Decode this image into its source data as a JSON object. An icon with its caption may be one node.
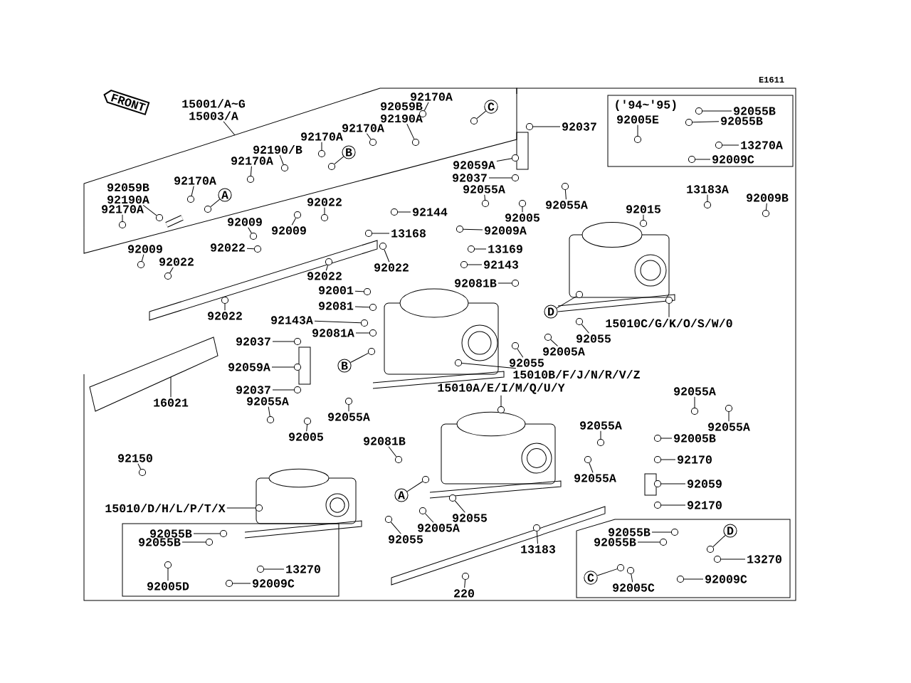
{
  "diagram": {
    "nodes": [
      {
        "text": [],
        "shape": "box"
      },
      {
        "text": [
          "15001/A~G",
          "15003/A"
        ]
      },
      {
        "text": [
          "92170A"
        ],
        "in": 0
      },
      {
        "text": [
          "92059B",
          "92190A"
        ],
        "in": 0
      },
      {
        "text": [
          "92170A"
        ],
        "in": 0
      },
      {
        "text": [
          "92170A"
        ],
        "in": 0
      },
      {
        "text": [
          "92190/B"
        ],
        "in": 0
      },
      {
        "text": [
          "92170A"
        ],
        "in": 0
      },
      {
        "text": [
          "92170A"
        ],
        "in": 0
      },
      {
        "text": [
          "92059B",
          "92190A"
        ],
        "in": 0
      },
      {
        "text": [
          "92170A"
        ],
        "in": 0
      },
      {
        "text": [
          "A"
        ],
        "in": 0
      },
      {
        "text": [
          "B"
        ],
        "in": 0
      },
      {
        "text": [
          "C"
        ],
        "in": 0
      },
      {
        "text": [
          "92009"
        ]
      },
      {
        "text": [
          "92009"
        ]
      },
      {
        "text": [
          "92022"
        ]
      },
      {
        "text": [
          "92009"
        ]
      },
      {
        "text": [
          "92022"
        ]
      },
      {
        "text": [
          "92022"
        ]
      },
      {
        "text": [
          "92022"
        ]
      },
      {
        "text": [
          "92022"
        ]
      },
      {
        "text": [
          "92001"
        ]
      },
      {
        "text": [
          "92081"
        ]
      },
      {
        "text": [
          "92143A"
        ]
      },
      {
        "text": [
          "92081A"
        ]
      },
      {
        "text": [
          "92144"
        ]
      },
      {
        "text": [
          "13168"
        ]
      },
      {
        "text": [
          "92022"
        ]
      },
      {
        "text": [
          "92037"
        ]
      },
      {
        "text": [
          "92059A"
        ]
      },
      {
        "text": [
          "92037"
        ]
      },
      {
        "text": [
          "92055A"
        ]
      },
      {
        "text": [
          "92005"
        ]
      },
      {
        "text": [
          "92055A"
        ]
      },
      {
        "text": [
          "92009A"
        ]
      },
      {
        "text": [
          "13169"
        ]
      },
      {
        "text": [
          "92143"
        ]
      },
      {
        "text": [
          "92081B"
        ]
      },
      {
        "text": [
          "D"
        ]
      },
      {
        "text": [
          "92055"
        ]
      },
      {
        "text": [
          "92005A"
        ]
      },
      {
        "text": [
          "92055"
        ]
      },
      {
        "text": [
          "15010C/G/K/O/S/W/0"
        ]
      },
      {
        "text": [
          "('94~'95)"
        ]
      },
      {
        "text": [
          "92055B"
        ],
        "in": 44
      },
      {
        "text": [
          "92005E"
        ],
        "in": 44
      },
      {
        "text": [
          "92055B"
        ],
        "in": 44
      },
      {
        "text": [
          "13270A"
        ],
        "in": 44
      },
      {
        "text": [
          "92009C"
        ],
        "in": 44
      },
      {
        "text": [
          "13183A"
        ]
      },
      {
        "text": [
          "92009B"
        ]
      },
      {
        "text": [
          "92015"
        ]
      },
      {
        "text": [
          "92037"
        ]
      },
      {
        "text": [
          "92059A"
        ]
      },
      {
        "text": [
          "B"
        ]
      },
      {
        "text": [
          "92037"
        ]
      },
      {
        "text": [
          "92055A"
        ]
      },
      {
        "text": [
          "92005"
        ]
      },
      {
        "text": [
          "92055A"
        ]
      },
      {
        "text": [],
        "shape": "box"
      },
      {
        "text": [
          "16021"
        ]
      },
      {
        "text": [
          "92150"
        ]
      },
      {
        "text": [
          "15010/D/H/L/P/T/X"
        ]
      },
      {
        "text": [],
        "shape": "box"
      },
      {
        "text": [
          "92055B"
        ],
        "in": 64
      },
      {
        "text": [
          "92055B"
        ],
        "in": 64
      },
      {
        "text": [
          "13270"
        ],
        "in": 64
      },
      {
        "text": [
          "92005D"
        ],
        "in": 64
      },
      {
        "text": [
          "92009C"
        ],
        "in": 64
      },
      {
        "text": [
          "15010B/F/J/N/R/V/Z"
        ]
      },
      {
        "text": [
          "15010A/E/I/M/Q/U/Y"
        ]
      },
      {
        "text": [
          "92081B"
        ]
      },
      {
        "text": [
          "A"
        ]
      },
      {
        "text": [
          "92055"
        ]
      },
      {
        "text": [
          "92005A"
        ]
      },
      {
        "text": [
          "92055"
        ]
      },
      {
        "text": [
          "13183"
        ]
      },
      {
        "text": [
          "220"
        ]
      },
      {
        "text": [
          "92055A"
        ]
      },
      {
        "text": [
          "92055A"
        ]
      },
      {
        "text": [
          "92055A"
        ]
      },
      {
        "text": [
          "92055A"
        ]
      },
      {
        "text": [
          "92005B"
        ]
      },
      {
        "text": [
          "92170"
        ]
      },
      {
        "text": [
          "92059"
        ]
      },
      {
        "text": [
          "92170"
        ]
      },
      {
        "text": [],
        "shape": "box"
      },
      {
        "text": [
          "92055B"
        ],
        "in": 87
      },
      {
        "text": [
          "92055B"
        ],
        "in": 87
      },
      {
        "text": [
          "D"
        ],
        "in": 87
      },
      {
        "text": [
          "13270"
        ],
        "in": 87
      },
      {
        "text": [
          "C"
        ],
        "in": 87
      },
      {
        "text": [
          "92005C"
        ],
        "in": 87
      },
      {
        "text": [
          "92009C"
        ],
        "in": 87
      },
      {
        "text": [],
        "shape": "circle",
        "in": 0
      },
      {
        "text": [],
        "shape": "circle",
        "in": 0
      },
      {
        "text": [],
        "shape": "circle",
        "in": 0
      },
      {
        "text": [],
        "shape": "circle",
        "in": 0
      },
      {
        "text": [],
        "shape": "circle",
        "in": 0
      },
      {
        "text": [],
        "shape": "circle",
        "in": 0
      },
      {
        "text": [],
        "shape": "circle",
        "in": 0
      },
      {
        "text": [],
        "shape": "circle",
        "in": 0
      },
      {
        "text": [],
        "shape": "circle",
        "in": 0
      },
      {
        "text": [],
        "shape": "circle",
        "in": 0
      },
      {
        "text": [],
        "shape": "circle",
        "in": 0
      },
      {
        "text": [],
        "shape": "circle",
        "in": 0
      },
      {
        "text": [],
        "shape": "circle"
      },
      {
        "text": [],
        "shape": "circle"
      },
      {
        "text": [],
        "shape": "circle"
      },
      {
        "text": [],
        "shape": "circle"
      },
      {
        "text": [],
        "shape": "circle"
      },
      {
        "text": [],
        "shape": "circle"
      },
      {
        "text": [],
        "shape": "circle"
      },
      {
        "text": [],
        "shape": "circle"
      },
      {
        "text": [],
        "shape": "circle"
      },
      {
        "text": [],
        "shape": "circle"
      },
      {
        "text": [],
        "shape": "circle"
      },
      {
        "text": [],
        "shape": "circle"
      },
      {
        "text": [],
        "shape": "circle"
      },
      {
        "text": [],
        "shape": "circle"
      },
      {
        "text": [],
        "shape": "circle"
      },
      {
        "text": [],
        "shape": "circle"
      },
      {
        "text": [],
        "shape": "circle"
      },
      {
        "text": [],
        "shape": "circle"
      },
      {
        "text": [],
        "shape": "circle"
      },
      {
        "text": [],
        "shape": "circle"
      },
      {
        "text": [],
        "shape": "circle"
      },
      {
        "text": [],
        "shape": "circle"
      },
      {
        "text": [],
        "shape": "circle"
      },
      {
        "text": [],
        "shape": "circle"
      },
      {
        "text": [],
        "shape": "circle"
      },
      {
        "text": [],
        "shape": "circle"
      },
      {
        "text": [],
        "shape": "circle"
      },
      {
        "text": [],
        "shape": "circle"
      },
      {
        "text": [],
        "shape": "circle"
      },
      {
        "text": [],
        "shape": "circle"
      },
      {
        "text": [],
        "shape": "circle",
        "in": 44
      },
      {
        "text": [],
        "shape": "circle",
        "in": 44
      },
      {
        "text": [],
        "shape": "circle",
        "in": 44
      },
      {
        "text": [],
        "shape": "circle",
        "in": 44
      },
      {
        "text": [],
        "shape": "circle",
        "in": 44
      },
      {
        "text": [],
        "shape": "circle"
      },
      {
        "text": [],
        "shape": "circle"
      },
      {
        "text": [],
        "shape": "circle"
      },
      {
        "text": [],
        "shape": "circle"
      },
      {
        "text": [],
        "shape": "circle"
      },
      {
        "text": [],
        "shape": "circle"
      },
      {
        "text": [],
        "shape": "circle"
      },
      {
        "text": [],
        "shape": "circle"
      },
      {
        "text": [],
        "shape": "circle"
      },
      {
        "text": [],
        "shape": "circle"
      },
      {
        "text": [],
        "shape": "circle"
      },
      {
        "text": [],
        "shape": "circle"
      },
      {
        "text": [],
        "shape": "circle",
        "in": 64
      },
      {
        "text": [],
        "shape": "circle",
        "in": 64
      },
      {
        "text": [],
        "shape": "circle",
        "in": 64
      },
      {
        "text": [],
        "shape": "circle",
        "in": 64
      },
      {
        "text": [],
        "shape": "circle",
        "in": 64
      },
      {
        "text": [],
        "shape": "circle"
      },
      {
        "text": [],
        "shape": "circle"
      },
      {
        "text": [],
        "shape": "circle"
      },
      {
        "text": [],
        "shape": "circle"
      },
      {
        "text": [],
        "shape": "circle"
      },
      {
        "text": [],
        "shape": "circle"
      },
      {
        "text": [],
        "shape": "circle"
      },
      {
        "text": [],
        "shape": "circle"
      },
      {
        "text": [],
        "shape": "circle"
      },
      {
        "text": [],
        "shape": "circle"
      },
      {
        "text": [],
        "shape": "circle"
      },
      {
        "text": [],
        "shape": "circle"
      },
      {
        "text": [],
        "shape": "circle"
      },
      {
        "text": [],
        "shape": "circle"
      },
      {
        "text": [],
        "shape": "circle"
      },
      {
        "text": [],
        "shape": "circle"
      },
      {
        "text": [],
        "shape": "circle"
      },
      {
        "text": [],
        "shape": "circle",
        "in": 87
      },
      {
        "text": [],
        "shape": "circle",
        "in": 87
      },
      {
        "text": [],
        "shape": "circle",
        "in": 87
      },
      {
        "text": [],
        "shape": "circle",
        "in": 87
      },
      {
        "text": [],
        "shape": "circle",
        "in": 87
      },
      {
        "text": [],
        "shape": "circle",
        "in": 87
      },
      {
        "text": [],
        "shape": "circle",
        "in": 87
      }
    ],
    "edges": [
      {
        "from": 1,
        "to": 0,
        "arrow": "none"
      },
      {
        "from": 2,
        "to": 95,
        "arrow": "none"
      },
      {
        "from": 3,
        "to": 96,
        "arrow": "none"
      },
      {
        "from": 4,
        "to": 97,
        "arrow": "none"
      },
      {
        "from": 5,
        "to": 98,
        "arrow": "none"
      },
      {
        "from": 6,
        "to": 99,
        "arrow": "none"
      },
      {
        "from": 7,
        "to": 100,
        "arrow": "none"
      },
      {
        "from": 8,
        "to": 101,
        "arrow": "none"
      },
      {
        "from": 9,
        "to": 102,
        "arrow": "none"
      },
      {
        "from": 10,
        "to": 103,
        "arrow": "none"
      },
      {
        "from": 11,
        "to": 104,
        "arrow": "none"
      },
      {
        "from": 12,
        "to": 105,
        "arrow": "none"
      },
      {
        "from": 13,
        "to": 106,
        "arrow": "none"
      },
      {
        "from": 14,
        "to": 107,
        "arrow": "none"
      },
      {
        "from": 15,
        "to": 108,
        "arrow": "none"
      },
      {
        "from": 16,
        "to": 109,
        "arrow": "none"
      },
      {
        "from": 17,
        "to": 110,
        "arrow": "none"
      },
      {
        "from": 18,
        "to": 111,
        "arrow": "none"
      },
      {
        "from": 19,
        "to": 112,
        "arrow": "none"
      },
      {
        "from": 20,
        "to": 113,
        "arrow": "none"
      },
      {
        "from": 21,
        "to": 114,
        "arrow": "none"
      },
      {
        "from": 22,
        "to": 115,
        "arrow": "none"
      },
      {
        "from": 23,
        "to": 116,
        "arrow": "none"
      },
      {
        "from": 24,
        "to": 117,
        "arrow": "none"
      },
      {
        "from": 25,
        "to": 118,
        "arrow": "none"
      },
      {
        "from": 26,
        "to": 119,
        "arrow": "none"
      },
      {
        "from": 27,
        "to": 120,
        "arrow": "none"
      },
      {
        "from": 28,
        "to": 121,
        "arrow": "none"
      },
      {
        "from": 29,
        "to": 122,
        "arrow": "none"
      },
      {
        "from": 30,
        "to": 123,
        "arrow": "none"
      },
      {
        "from": 31,
        "to": 124,
        "arrow": "none"
      },
      {
        "from": 32,
        "to": 125,
        "arrow": "none"
      },
      {
        "from": 33,
        "to": 126,
        "arrow": "none"
      },
      {
        "from": 34,
        "to": 127,
        "arrow": "none"
      },
      {
        "from": 35,
        "to": 128,
        "arrow": "none"
      },
      {
        "from": 36,
        "to": 129,
        "arrow": "none"
      },
      {
        "from": 37,
        "to": 130,
        "arrow": "none"
      },
      {
        "from": 38,
        "to": 131,
        "arrow": "none"
      },
      {
        "from": 39,
        "to": 132,
        "arrow": "none"
      },
      {
        "from": 40,
        "to": 133,
        "arrow": "none"
      },
      {
        "from": 41,
        "to": 134,
        "arrow": "none"
      },
      {
        "from": 42,
        "to": 135,
        "arrow": "none"
      },
      {
        "from": 43,
        "to": 136,
        "arrow": "none"
      },
      {
        "from": 45,
        "to": 137,
        "arrow": "none"
      },
      {
        "from": 46,
        "to": 138,
        "arrow": "none"
      },
      {
        "from": 47,
        "to": 139,
        "arrow": "none"
      },
      {
        "from": 48,
        "to": 140,
        "arrow": "none"
      },
      {
        "from": 49,
        "to": 141,
        "arrow": "none"
      },
      {
        "from": 50,
        "to": 142,
        "arrow": "none"
      },
      {
        "from": 51,
        "to": 143,
        "arrow": "none"
      },
      {
        "from": 52,
        "to": 144,
        "arrow": "none"
      },
      {
        "from": 53,
        "to": 145,
        "arrow": "none"
      },
      {
        "from": 54,
        "to": 146,
        "arrow": "none"
      },
      {
        "from": 55,
        "to": 147,
        "arrow": "none"
      },
      {
        "from": 56,
        "to": 148,
        "arrow": "none"
      },
      {
        "from": 57,
        "to": 149,
        "arrow": "none"
      },
      {
        "from": 58,
        "to": 150,
        "arrow": "none"
      },
      {
        "from": 59,
        "to": 151,
        "arrow": "none"
      },
      {
        "from": 61,
        "to": 60,
        "arrow": "none"
      },
      {
        "from": 62,
        "to": 152,
        "arrow": "none"
      },
      {
        "from": 63,
        "to": 153,
        "arrow": "none"
      },
      {
        "from": 65,
        "to": 154,
        "arrow": "none"
      },
      {
        "from": 66,
        "to": 155,
        "arrow": "none"
      },
      {
        "from": 67,
        "to": 156,
        "arrow": "none"
      },
      {
        "from": 68,
        "to": 157,
        "arrow": "none"
      },
      {
        "from": 69,
        "to": 158,
        "arrow": "none"
      },
      {
        "from": 70,
        "to": 159,
        "arrow": "none"
      },
      {
        "from": 71,
        "to": 160,
        "arrow": "none"
      },
      {
        "from": 72,
        "to": 161,
        "arrow": "none"
      },
      {
        "from": 73,
        "to": 162,
        "arrow": "none"
      },
      {
        "from": 74,
        "to": 163,
        "arrow": "none"
      },
      {
        "from": 75,
        "to": 164,
        "arrow": "none"
      },
      {
        "from": 76,
        "to": 165,
        "arrow": "none"
      },
      {
        "from": 77,
        "to": 166,
        "arrow": "none"
      },
      {
        "from": 78,
        "to": 167,
        "arrow": "none"
      },
      {
        "from": 79,
        "to": 168,
        "arrow": "none"
      },
      {
        "from": 80,
        "to": 169,
        "arrow": "none"
      },
      {
        "from": 81,
        "to": 170,
        "arrow": "none"
      },
      {
        "from": 82,
        "to": 171,
        "arrow": "none"
      },
      {
        "from": 83,
        "to": 172,
        "arrow": "none"
      },
      {
        "from": 84,
        "to": 173,
        "arrow": "none"
      },
      {
        "from": 85,
        "to": 174,
        "arrow": "none"
      },
      {
        "from": 86,
        "to": 175,
        "arrow": "none"
      },
      {
        "from": 88,
        "to": 176,
        "arrow": "none"
      },
      {
        "from": 89,
        "to": 177,
        "arrow": "none"
      },
      {
        "from": 90,
        "to": 178,
        "arrow": "none"
      },
      {
        "from": 91,
        "to": 179,
        "arrow": "none"
      },
      {
        "from": 92,
        "to": 180,
        "arrow": "none"
      },
      {
        "from": 93,
        "to": 181,
        "arrow": "none"
      },
      {
        "from": 94,
        "to": 182,
        "arrow": "none"
      }
    ],
    "labels": [
      "E1611",
      "FRONT"
    ]
  }
}
